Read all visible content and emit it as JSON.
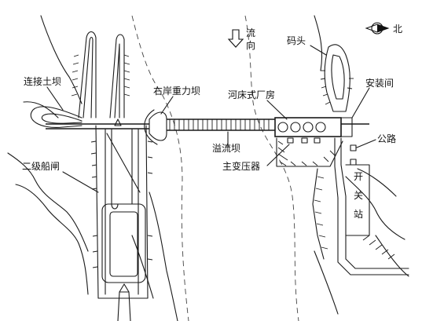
{
  "labels": {
    "north": "北",
    "flow_1": "流",
    "flow_2": "向",
    "wharf": "码头",
    "connecting_earth_dam": "连接土坝",
    "right_bank_gravity_dam": "右岸重力坝",
    "riverbed_powerhouse": "河床式厂房",
    "installation_bay": "安装间",
    "road": "公路",
    "spillway_dam": "溢流坝",
    "second_stage_shiplock": "二级船闸",
    "main_transformer": "主变压器",
    "switchyard_1": "开",
    "switchyard_2": "关",
    "switchyard_3": "站"
  },
  "icons": {
    "compass": "north-arrow-icon",
    "flow": "flow-direction-arrow-icon"
  }
}
